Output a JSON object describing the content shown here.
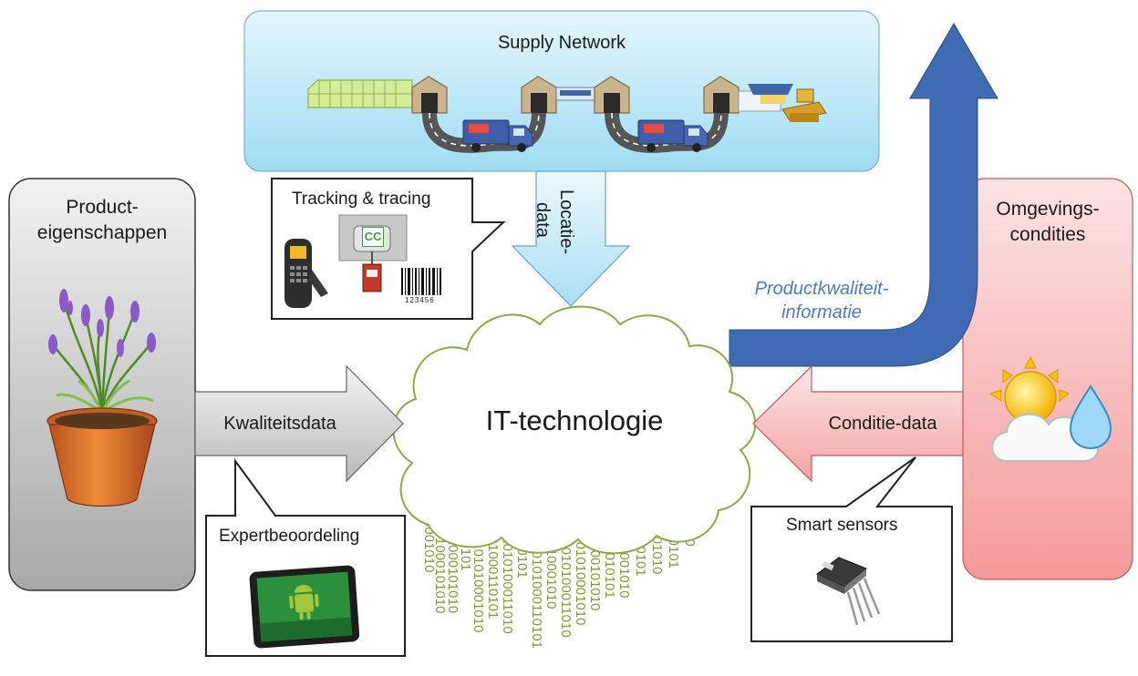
{
  "supply_network": {
    "title": "Supply Network"
  },
  "product": {
    "title_line1": "Product-",
    "title_line2": "eigenschappen"
  },
  "conditions": {
    "title_line1": "Omgevings-",
    "title_line2": "condities"
  },
  "tracking": {
    "label": "Tracking & tracing",
    "barcode_number": "123456",
    "tag_logo": "CC"
  },
  "locatie": {
    "line1": "Locatie-",
    "line2": "data"
  },
  "quality_info": {
    "line1": "Productkwaliteit-",
    "line2": "informatie",
    "color": "#4f7bc2"
  },
  "cloud": {
    "label": "IT-technologie"
  },
  "kwaliteit_arrow": {
    "label": "Kwaliteitsdata"
  },
  "conditie_arrow": {
    "label": "Conditie-data"
  },
  "expert": {
    "label": "Expertbeoordeling"
  },
  "sensors": {
    "label": "Smart sensors"
  },
  "binary_streams": [
    "01010",
    "0101010001010",
    "1010101000101010",
    "010101000101010",
    "01010101",
    "0101010001010",
    "0101000110101",
    "01010100011010",
    "01010101",
    "010101000110101",
    "0101010001010",
    "01010100011010",
    "0101010001010",
    "0101000101010",
    "01010101",
    "0101010001010",
    "01010101",
    "0101010001010",
    "010101000110101",
    "01010100011010"
  ],
  "colors": {
    "supply_fill": "#c9ecf8",
    "product_fill": "#d9d9d9",
    "conditions_fill": "#f8bcbc",
    "quality_arrow": "#3f6bb2",
    "binary_green": "#7f9a3c",
    "cloud_outline": "#8caa4a"
  }
}
